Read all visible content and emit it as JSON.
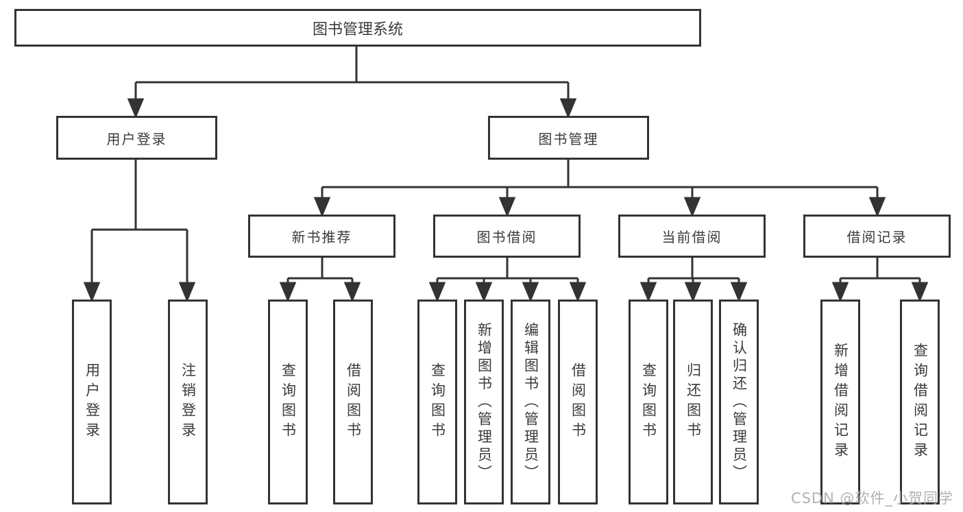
{
  "title": "图书管理系统",
  "tree": {
    "root": {
      "label": "图书管理系统"
    },
    "branches": [
      {
        "label": "用户登录",
        "children": [
          "用户登录",
          "注销登录"
        ]
      },
      {
        "label": "图书管理",
        "groups": [
          {
            "label": "新书推荐",
            "children": [
              "查询图书",
              "借阅图书"
            ]
          },
          {
            "label": "图书借阅",
            "children": [
              "查询图书",
              "新增图书（管理员）",
              "编辑图书（管理员）",
              "借阅图书"
            ]
          },
          {
            "label": "当前借阅",
            "children": [
              "查询图书",
              "归还图书",
              "确认归还（管理员）"
            ]
          },
          {
            "label": "借阅记录",
            "children": [
              "新增借阅记录",
              "查询借阅记录"
            ]
          }
        ]
      }
    ]
  },
  "watermark": "CSDN @软件_小贺同学",
  "colors": {
    "line": "#333333",
    "text": "#3a3a3a",
    "background": "#ffffff",
    "watermark": "#a8a8a8"
  }
}
